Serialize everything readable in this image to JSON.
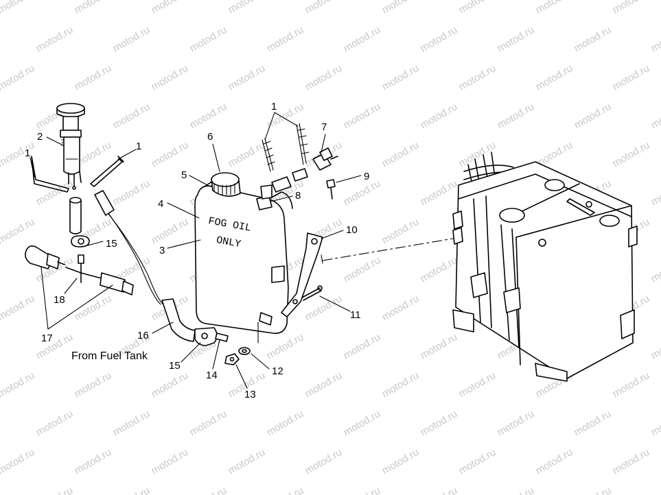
{
  "watermark": {
    "text": "motod.ru"
  },
  "caption": "From Fuel Tank",
  "tank_label": {
    "line1": "FOG OIL",
    "line2": "ONLY"
  },
  "callouts": [
    {
      "id": "c1a",
      "text": "1"
    },
    {
      "id": "c1b",
      "text": "1"
    },
    {
      "id": "c1c",
      "text": "1"
    },
    {
      "id": "c2",
      "text": "2"
    },
    {
      "id": "c3",
      "text": "3"
    },
    {
      "id": "c4",
      "text": "4"
    },
    {
      "id": "c5",
      "text": "5"
    },
    {
      "id": "c6",
      "text": "6"
    },
    {
      "id": "c7",
      "text": "7"
    },
    {
      "id": "c8",
      "text": "8"
    },
    {
      "id": "c9",
      "text": "9"
    },
    {
      "id": "c10",
      "text": "10"
    },
    {
      "id": "c11",
      "text": "11"
    },
    {
      "id": "c12",
      "text": "12"
    },
    {
      "id": "c13",
      "text": "13"
    },
    {
      "id": "c14",
      "text": "14"
    },
    {
      "id": "c15a",
      "text": "15"
    },
    {
      "id": "c15b",
      "text": "15"
    },
    {
      "id": "c16",
      "text": "16"
    },
    {
      "id": "c17",
      "text": "17"
    },
    {
      "id": "c18",
      "text": "18"
    }
  ]
}
